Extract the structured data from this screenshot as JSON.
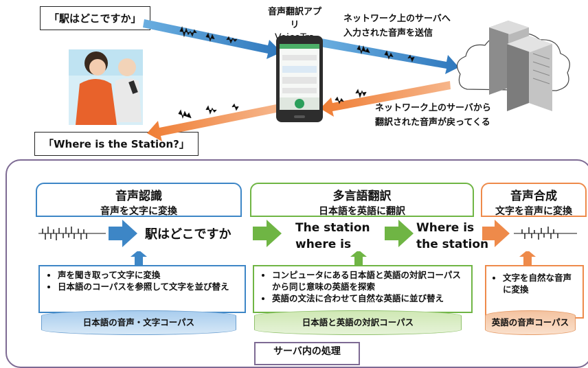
{
  "top": {
    "speech_ja": "「駅はどこですか」",
    "speech_en": "「Where is the Station?」",
    "app_title_line1": "音声翻訳アプリ",
    "app_title_line2": "VoiceTra",
    "send_line1": "ネットワーク上のサーバへ",
    "send_line2": "入力された音声を送信",
    "return_line1": "ネットワーク上のサーバから",
    "return_line2": "翻訳された音声が戻ってくる"
  },
  "stages": {
    "recognition": {
      "title": "音声認識",
      "subtitle": "音声を文字に変換",
      "output": "駅はどこですか",
      "bullets": [
        "声を聞き取って文字に変換",
        "日本語のコーパスを参照して文字を並び替え"
      ],
      "corpus": "日本語の音声・文字コーパス"
    },
    "translation": {
      "title": "多言語翻訳",
      "subtitle": "日本語を英語に翻訳",
      "intermediate_line1": "The station",
      "intermediate_line2": "where is",
      "output_line1": "Where is",
      "output_line2": "the station",
      "bullets": [
        "コンピュータにある日本語と英語の対訳コーパスから同じ意味の英語を探索",
        "英語の文法に合わせて自然な英語に並び替え"
      ],
      "corpus": "日本語と英語の対訳コーパス"
    },
    "synthesis": {
      "title": "音声合成",
      "subtitle": "文字を音声に変換",
      "bullets": [
        "文字を自然な音声に変換"
      ],
      "corpus": "英語の音声コーパス"
    }
  },
  "footer_label": "サーバ内の処理",
  "colors": {
    "blue": "#3d86c6",
    "green": "#6fb544",
    "orange": "#ee8a4a",
    "panel_border": "#7d6a93"
  }
}
